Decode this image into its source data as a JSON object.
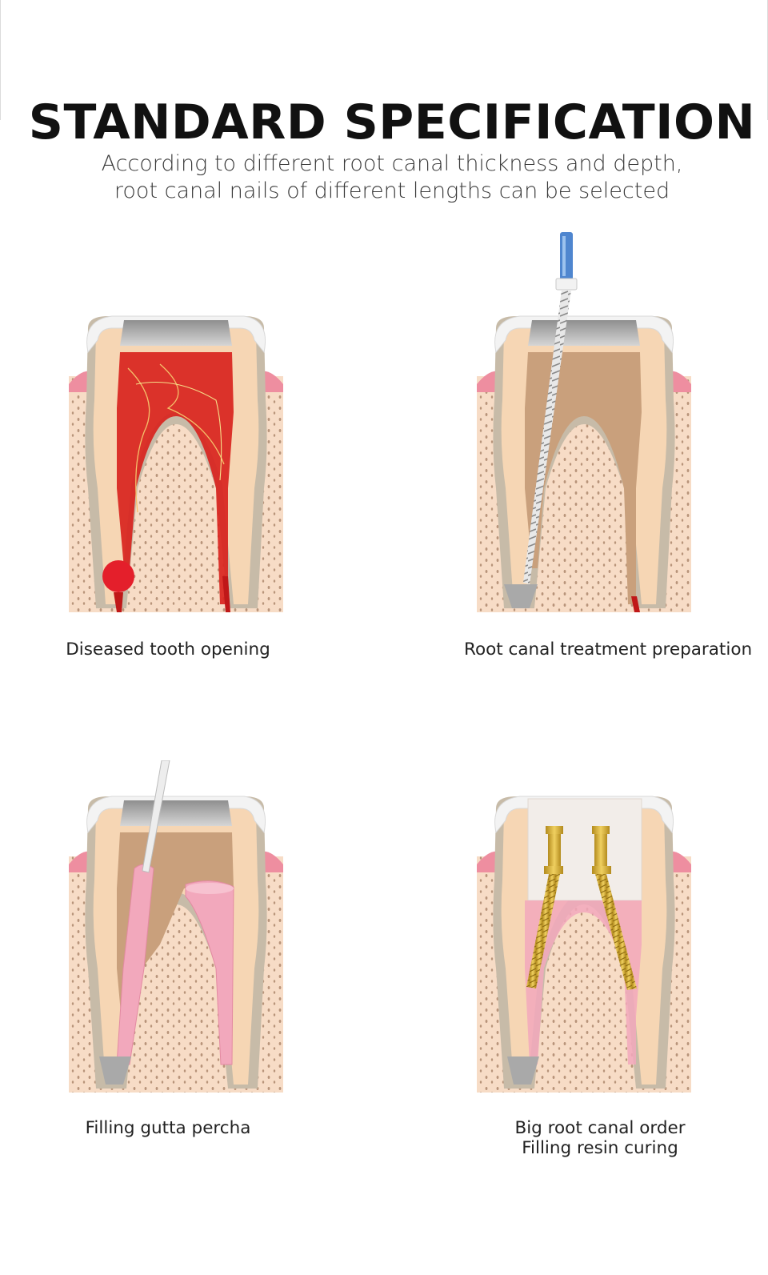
{
  "header": {
    "title": "STANDARD SPECIFICATION",
    "subtitle_line1": "According to different root canal thickness and depth,",
    "subtitle_line2": "root canal nails of different lengths can be selected"
  },
  "panels": [
    {
      "caption": "Diseased tooth opening"
    },
    {
      "caption": "Root canal treatment preparation"
    },
    {
      "caption": "Filling gutta percha"
    },
    {
      "caption_line1": "Big root canal order",
      "caption_line2": "Filling resin curing"
    }
  ],
  "colors": {
    "bone": "#f7dcc6",
    "bone_dots": "#b8947a",
    "gum": "#ee8ea0",
    "enamel": "#f3f3f3",
    "dentin": "#f6d6b4",
    "periodontal": "#c7bba8",
    "pulp_infected": "#d8201b",
    "pulp_clean": "#c9a07c",
    "crown_filling": "#b5b5b5",
    "gutta_percha": "#f2a8bc",
    "post_gold": "#d9b23a",
    "file_blue": "#4f86cf",
    "resin": "#f2ede9"
  }
}
